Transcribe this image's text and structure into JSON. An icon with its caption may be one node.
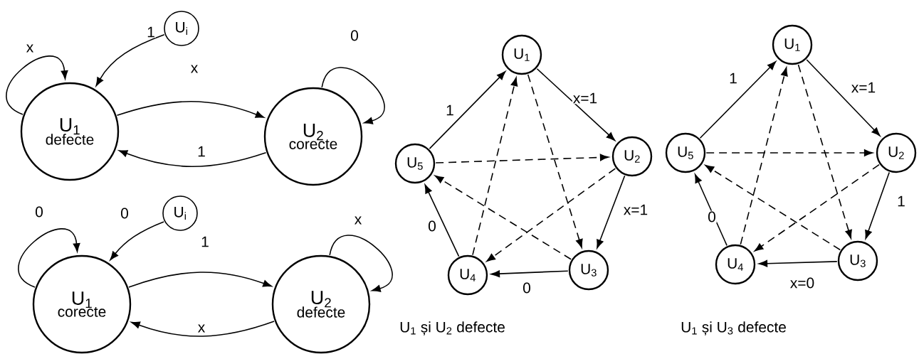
{
  "diagram": {
    "nodes": [
      {
        "text": [
          "U$_{i}$"
        ]
      },
      {
        "text": [
          "U$_{1}$",
          "defecte"
        ]
      },
      {
        "text": [
          "U$_{2}$",
          "corecte"
        ]
      },
      {
        "text": [
          "U$_{i}$"
        ]
      },
      {
        "text": [
          "U$_{1}$",
          "corecte"
        ]
      },
      {
        "text": [
          "U$_{2}$",
          "defecte"
        ]
      },
      {
        "text": [
          "U$_{1}$"
        ]
      },
      {
        "text": [
          "U$_{2}$"
        ]
      },
      {
        "text": [
          "U$_{3}$"
        ]
      },
      {
        "text": [
          "U$_{4}$"
        ]
      },
      {
        "text": [
          "U$_{5}$"
        ]
      },
      {
        "text": [
          "U$_{1}$"
        ]
      },
      {
        "text": [
          "U$_{2}$"
        ]
      },
      {
        "text": [
          "U$_{3}$"
        ]
      },
      {
        "text": [
          "U$_{4}$"
        ]
      },
      {
        "text": [
          "U$_{5}$"
        ]
      }
    ],
    "edges": [
      {
        "from": 0,
        "to": 1,
        "arrow": "to",
        "label": "1"
      },
      {
        "from": 1,
        "to": 1,
        "arrow": "to",
        "label": "x"
      },
      {
        "from": 1,
        "to": 2,
        "arrow": "to",
        "label": "x"
      },
      {
        "from": 2,
        "to": 1,
        "arrow": "to",
        "label": "1"
      },
      {
        "from": 2,
        "to": 2,
        "arrow": "to",
        "label": "0"
      },
      {
        "from": 3,
        "to": 4,
        "arrow": "to",
        "label": "0"
      },
      {
        "from": 4,
        "to": 4,
        "arrow": "to",
        "label": "0"
      },
      {
        "from": 4,
        "to": 5,
        "arrow": "to",
        "label": "1"
      },
      {
        "from": 5,
        "to": 4,
        "arrow": "to",
        "label": "x"
      },
      {
        "from": 5,
        "to": 5,
        "arrow": "to",
        "label": "x"
      },
      {
        "from": 10,
        "to": 6,
        "arrow": "to",
        "label": "1"
      },
      {
        "from": 6,
        "to": 7,
        "arrow": "to",
        "label": "x=1"
      },
      {
        "from": 7,
        "to": 8,
        "arrow": "to",
        "label": "x=1"
      },
      {
        "from": 8,
        "to": 9,
        "arrow": "to",
        "label": "0"
      },
      {
        "from": 9,
        "to": 10,
        "arrow": "to",
        "label": "0"
      },
      {
        "from": 10,
        "to": 7,
        "arrow": "to",
        "style": "dashed"
      },
      {
        "from": 9,
        "to": 6,
        "arrow": "to",
        "style": "dashed"
      },
      {
        "from": 6,
        "to": 8,
        "arrow": "to",
        "style": "dashed"
      },
      {
        "from": 8,
        "to": 10,
        "arrow": "to",
        "style": "dashed"
      },
      {
        "from": 7,
        "to": 9,
        "arrow": "to",
        "style": "dashed"
      },
      {
        "from": 15,
        "to": 11,
        "arrow": "to",
        "label": "1"
      },
      {
        "from": 11,
        "to": 12,
        "arrow": "to",
        "label": "x=1"
      },
      {
        "from": 12,
        "to": 13,
        "arrow": "to",
        "label": "1"
      },
      {
        "from": 13,
        "to": 14,
        "arrow": "to",
        "label": "x=0"
      },
      {
        "from": 14,
        "to": 15,
        "arrow": "to",
        "label": "0"
      },
      {
        "from": 15,
        "to": 12,
        "arrow": "to",
        "style": "dashed"
      },
      {
        "from": 14,
        "to": 11,
        "arrow": "to",
        "style": "dashed"
      },
      {
        "from": 11,
        "to": 13,
        "arrow": "to",
        "style": "dashed"
      },
      {
        "from": 13,
        "to": 15,
        "arrow": "to",
        "style": "dashed"
      },
      {
        "from": 12,
        "to": 14,
        "arrow": "to",
        "style": "dashed"
      }
    ],
    "labels": [
      "U$_{1}$ și U$_{2}$ defecte",
      "U$_{1}$ și U$_{3}$ defecte"
    ]
  }
}
